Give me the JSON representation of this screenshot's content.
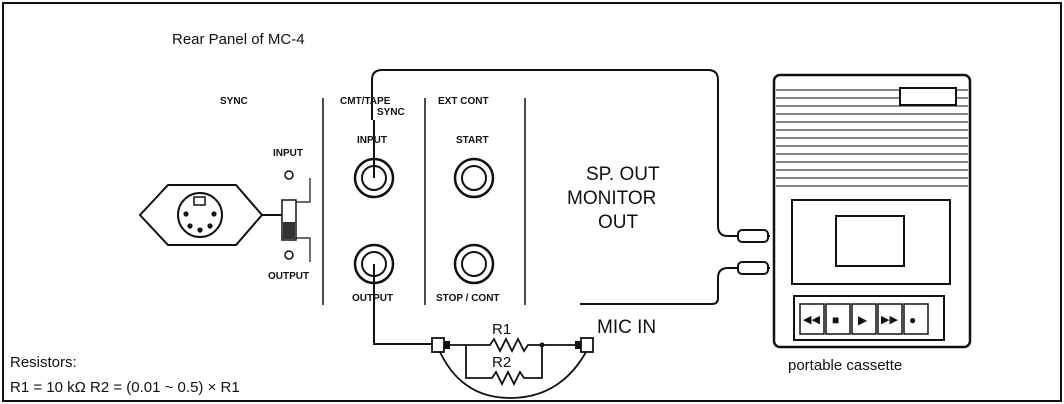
{
  "title": "Rear Panel of MC-4",
  "panel": {
    "sync_label": "SYNC",
    "sync_input": "INPUT",
    "sync_output": "OUTPUT",
    "cmt_tape_line1": "CMT/TAPE",
    "cmt_tape_line2": "SYNC",
    "cmt_input": "INPUT",
    "cmt_output": "OUTPUT",
    "ext_cont_label": "EXT CONT",
    "ext_start": "START",
    "ext_stop_cont": "STOP / CONT"
  },
  "cassette": {
    "sp_out": "SP. OUT",
    "monitor": "MONITOR",
    "out": "OUT",
    "mic_in": "MIC IN",
    "caption": "portable cassette",
    "buttons": [
      "◀◀",
      "■",
      "▶",
      "▶▶",
      "●"
    ]
  },
  "resistors": {
    "r1": "R1",
    "r2": "R2",
    "heading": "Resistors:",
    "formula": "R1 = 10 kΩ  R2 = (0.01 ~ 0.5) × R1"
  }
}
